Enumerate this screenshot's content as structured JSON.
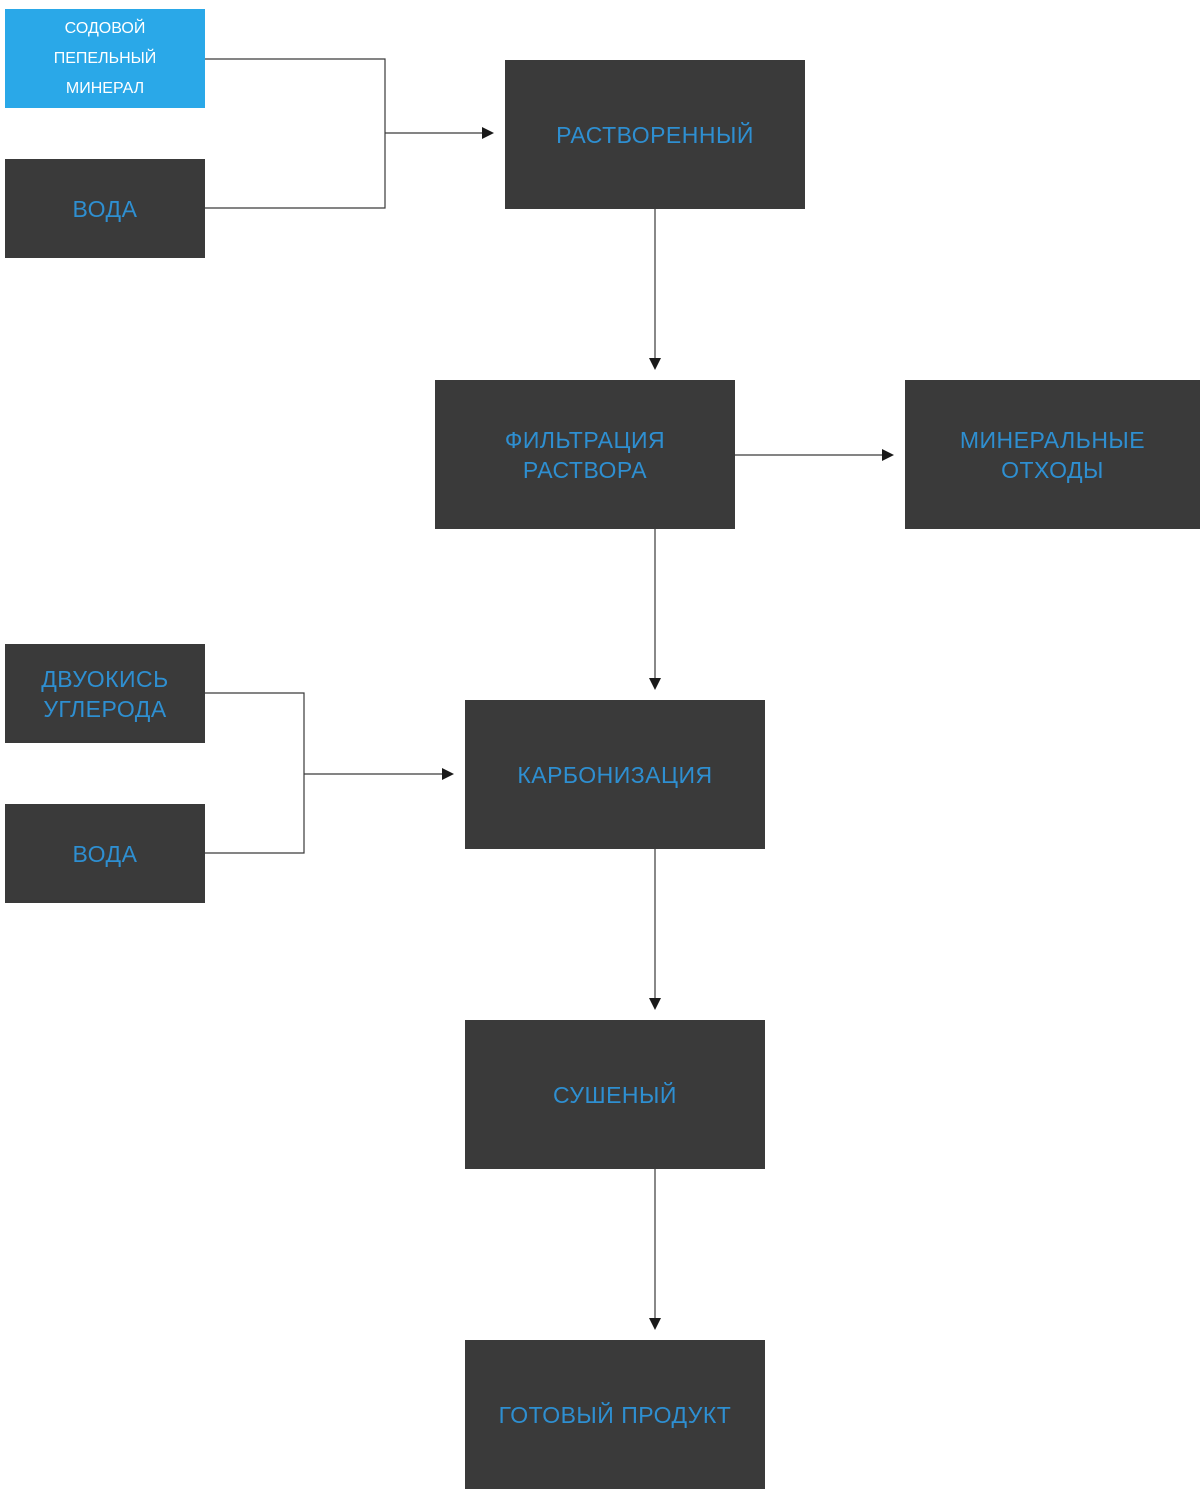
{
  "nodes": {
    "soda_ash": {
      "lines": [
        "СОДОВОЙ ПЕПЕЛЬНЫЙ",
        "МИНЕРАЛ"
      ],
      "color": "#2aa8e8"
    },
    "water_1": {
      "lines": [
        "ВОДА"
      ]
    },
    "dissolved": {
      "lines": [
        "РАСТВОРЕННЫЙ"
      ]
    },
    "filtration": {
      "lines": [
        "ФИЛЬТРАЦИЯ",
        "РАСТВОРА"
      ]
    },
    "mineral_waste": {
      "lines": [
        "МИНЕРАЛЬНЫЕ",
        "ОТХОДЫ"
      ]
    },
    "carbon_dioxide": {
      "lines": [
        "ДВУОКИСЬ",
        "УГЛЕРОДА"
      ]
    },
    "water_2": {
      "lines": [
        "ВОДА"
      ]
    },
    "carbonization": {
      "lines": [
        "КАРБОНИЗАЦИЯ"
      ]
    },
    "dried": {
      "lines": [
        "СУШЕНЫЙ"
      ]
    },
    "finished_product": {
      "lines": [
        "ГОТОВЫЙ ПРОДУКТ"
      ]
    }
  },
  "colors": {
    "box_fill": "#3a3a3a",
    "box_text": "#2e8fd1",
    "highlight_fill": "#2aa8e8",
    "highlight_text": "#ffffff",
    "connector": "#3a3a3a"
  }
}
